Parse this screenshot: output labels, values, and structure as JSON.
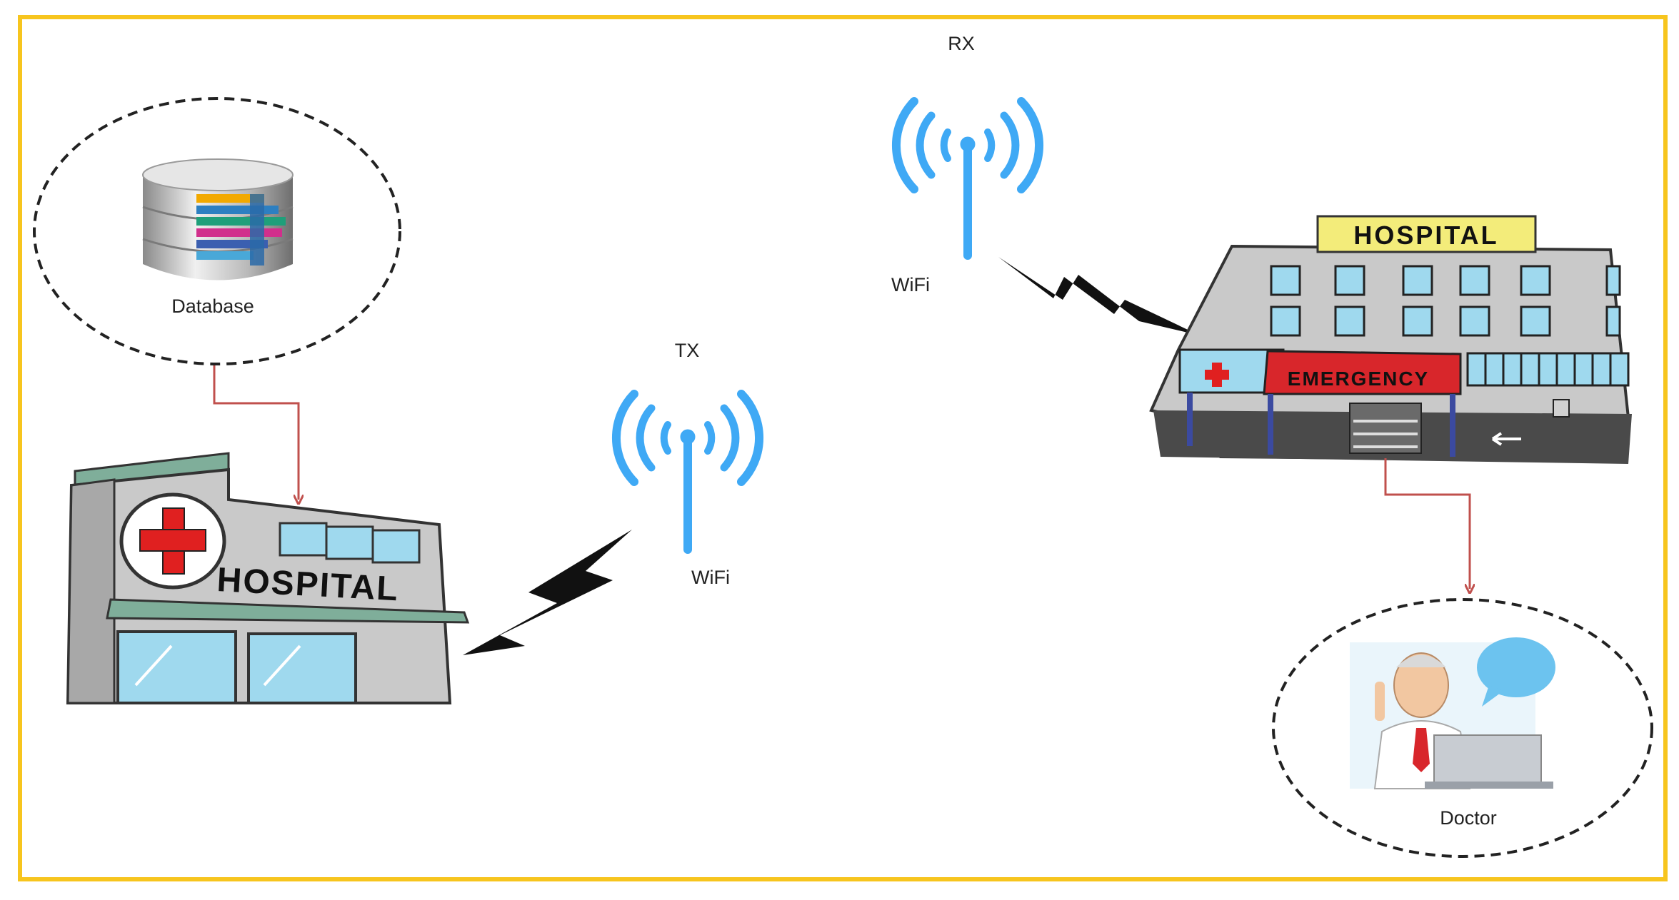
{
  "labels": {
    "database": "Database",
    "rx": "RX",
    "tx": "TX",
    "wifi_rx": "WiFi",
    "wifi_tx": "WiFi",
    "doctor": "Doctor"
  },
  "signs": {
    "hospital_left": "HOSPITAL",
    "hospital_right": "HOSPITAL",
    "emergency": "EMERGENCY"
  },
  "colors": {
    "frame": "#f7c51e",
    "arrow": "#c0504d",
    "wifi": "#3fa9f5",
    "cross": "#e02020",
    "emergency": "#d8262b",
    "building": "#c9c9c9",
    "window": "#9fd9ee",
    "sign_yellow": "#f3ec7a"
  }
}
